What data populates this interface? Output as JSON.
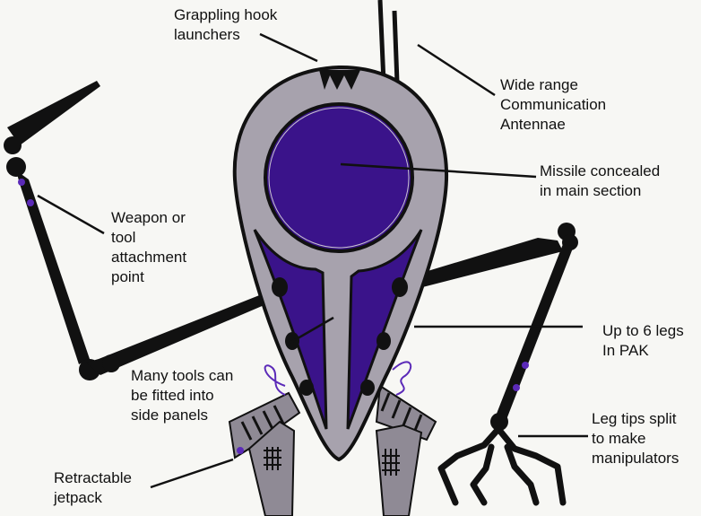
{
  "colors": {
    "background": "#f7f7f4",
    "body_gray": "#a7a2ad",
    "panel_purple": "#3a138a",
    "joint_purple": "#5b2ab8",
    "outline": "#111111",
    "jetpack_gray": "#8f8a95"
  },
  "labels": {
    "grappling": [
      "Grappling hook",
      "launchers"
    ],
    "antennae": [
      "Wide range",
      "Communication",
      "Antennae"
    ],
    "missile": [
      "Missile concealed",
      "in main section"
    ],
    "weapon": [
      "Weapon or",
      "tool",
      "attachment",
      "point"
    ],
    "legs": [
      "Up to 6 legs",
      "In PAK"
    ],
    "tools": [
      "Many tools can",
      "be fitted into",
      "side panels"
    ],
    "legtips": [
      "Leg tips split",
      "to make",
      "manipulators"
    ],
    "jetpack": [
      "Retractable",
      "jetpack"
    ]
  }
}
